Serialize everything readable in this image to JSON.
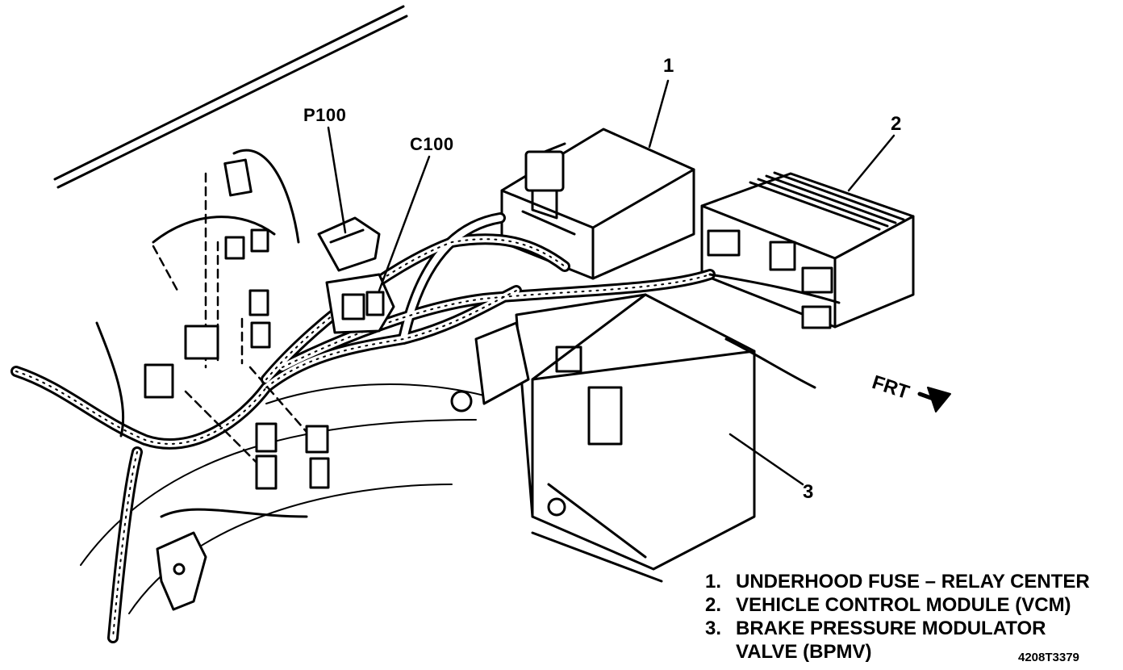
{
  "callouts": {
    "c1": "1",
    "c2": "2",
    "c3": "3"
  },
  "connectors": {
    "p100": "P100",
    "c100": "C100"
  },
  "direction": {
    "label": "FRT"
  },
  "legend": [
    {
      "num": "1.",
      "text": "UNDERHOOD FUSE – RELAY CENTER"
    },
    {
      "num": "2.",
      "text": "VEHICLE CONTROL MODULE (VCM)"
    },
    {
      "num": "3.",
      "text": "BRAKE PRESSURE MODULATOR"
    }
  ],
  "legend_continuation": "VALVE (BPMV)",
  "figure_id": "4208T3379"
}
